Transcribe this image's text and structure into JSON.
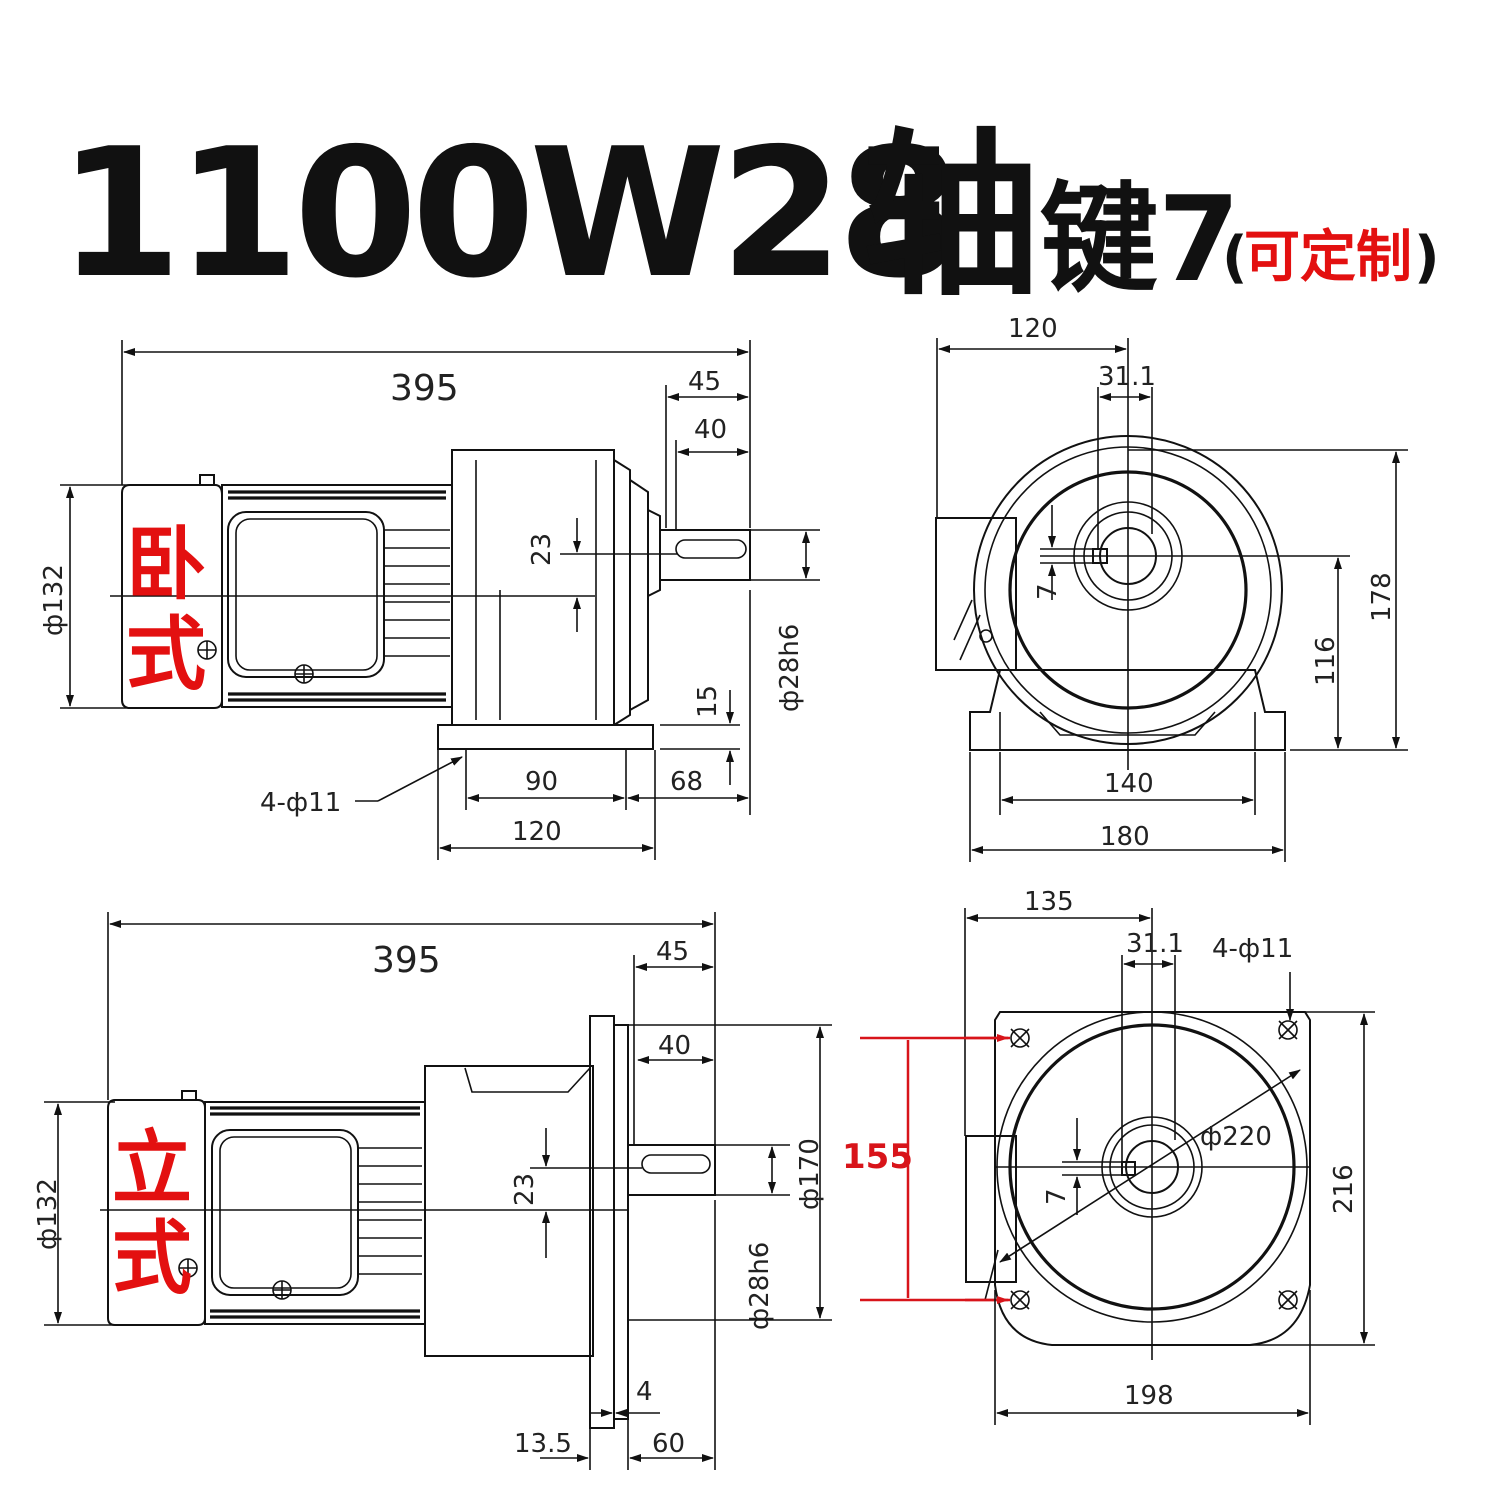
{
  "title": {
    "main": "1100W28",
    "shaft": "轴",
    "key": "键7",
    "paren_open": "(",
    "custom": "可定制",
    "paren_close": ")",
    "accent_color": "#e31010"
  },
  "horizontal": {
    "mount_label_1": "卧",
    "mount_label_2": "式",
    "side": {
      "overall_length": "395",
      "shaft_45": "45",
      "shaft_40": "40",
      "key_23": "23",
      "body_dia": "ф132",
      "shaft_dia": "ф28h6",
      "base_15": "15",
      "holes": "4-ф11",
      "feet_90": "90",
      "feet_68": "68",
      "base_120": "120"
    },
    "front": {
      "width_120": "120",
      "key_31_1": "31.1",
      "key_7": "7",
      "center_height_116": "116",
      "height_178": "178",
      "feet_140": "140",
      "base_180": "180"
    }
  },
  "vertical": {
    "mount_label_1": "立",
    "mount_label_2": "式",
    "side": {
      "overall_length": "395",
      "shaft_45": "45",
      "shaft_40": "40",
      "key_23": "23",
      "body_dia": "ф132",
      "shaft_dia": "ф28h6",
      "flange_dia": "ф170",
      "flange_4": "4",
      "flange_13_5": "13.5",
      "flange_60": "60"
    },
    "front": {
      "width_135": "135",
      "key_31_1": "31.1",
      "holes": "4-ф11",
      "pcd": "ф220",
      "key_7": "7",
      "bolt_155": "155",
      "height_216": "216",
      "flange_198": "198"
    }
  }
}
